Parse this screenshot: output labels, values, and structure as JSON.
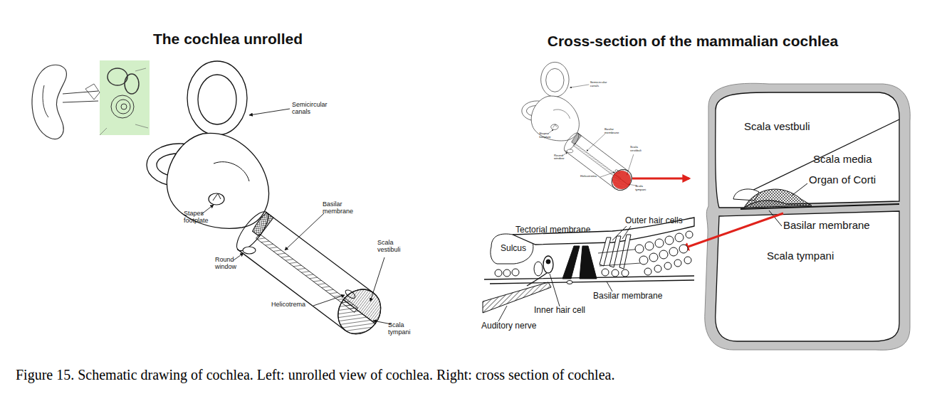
{
  "diagram": {
    "caption": "Figure 15. Schematic drawing of cochlea. Left: unrolled view of cochlea. Right: cross section of cochlea.",
    "labels": [
      "The cochlea unrolled",
      "Cross-section of the mammalian cochlea",
      "Semicircular canals",
      "Basilar membrane",
      "Stapes footplate",
      "Round window",
      "Scala vestibuli",
      "Helicotrema",
      "Scala tympani",
      "Semicircular canals",
      "Basilar membrane",
      "Stapes footplate",
      "Round window",
      "Scala vestibuli",
      "Helicotrema",
      "Scala tympani",
      "Scala vestbuli",
      "Scala media",
      "Organ of Corti",
      "Basilar membrane",
      "Scala tympani",
      "Tectorial membrane",
      "Outer hair cells",
      "Sulcus",
      "Basilar membrane",
      "Inner hair cell",
      "Auditory nerve"
    ]
  }
}
